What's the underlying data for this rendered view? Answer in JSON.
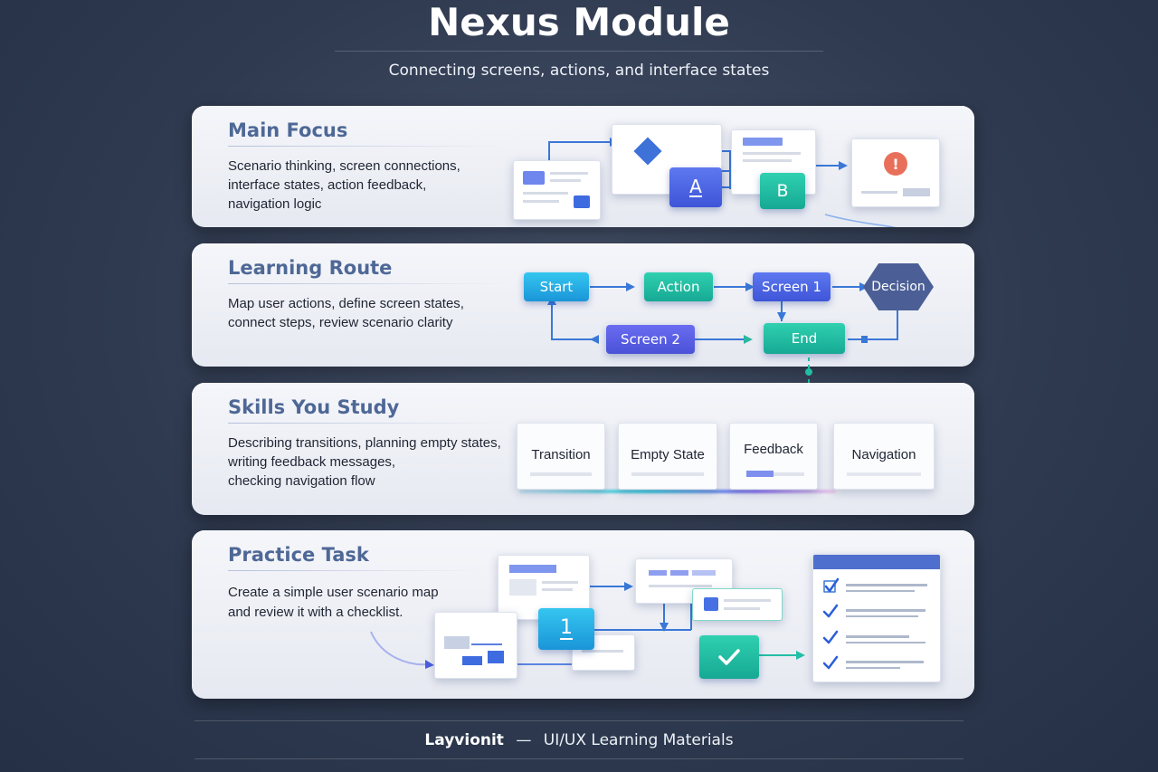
{
  "header": {
    "title": "Nexus Module",
    "subtitle": "Connecting screens, actions, and interface states"
  },
  "sections": [
    {
      "title": "Main Focus",
      "lines": [
        "Scenario thinking, screen connections,",
        "interface states, action feedback,",
        "navigation logic"
      ],
      "diagram_labels": [
        "A",
        "B",
        "!"
      ]
    },
    {
      "title": "Learning Route",
      "lines": [
        "Map user actions, define screen states,",
        "connect steps, review scenario clarity"
      ],
      "nodes": [
        "Start",
        "Action",
        "Screen 1",
        "Decision",
        "Screen 2",
        "End"
      ]
    },
    {
      "title": "Skills You Study",
      "lines": [
        "Describing transitions, planning empty states,",
        "writing feedback messages,",
        "checking navigation flow"
      ],
      "skills": [
        "Transition",
        "Empty State",
        "Feedback",
        "Navigation"
      ]
    },
    {
      "title": "Practice Task",
      "lines": [
        "Create a simple user scenario map",
        "and review it with a checklist."
      ],
      "diagram_labels": [
        "1"
      ]
    }
  ],
  "footer": {
    "brand": "Layvionit",
    "separator": "—",
    "text": "UI/UX Learning Materials"
  },
  "colors": {
    "cyan": "#1fa7e6",
    "teal": "#1fbf9f",
    "blue": "#4a63e6",
    "decision": "#4b5f96",
    "alert": "#e8705a",
    "heading": "#4e6896"
  },
  "icons": [
    "alert-icon",
    "diamond-icon",
    "checkmark-icon",
    "checkbox-checked-icon"
  ]
}
